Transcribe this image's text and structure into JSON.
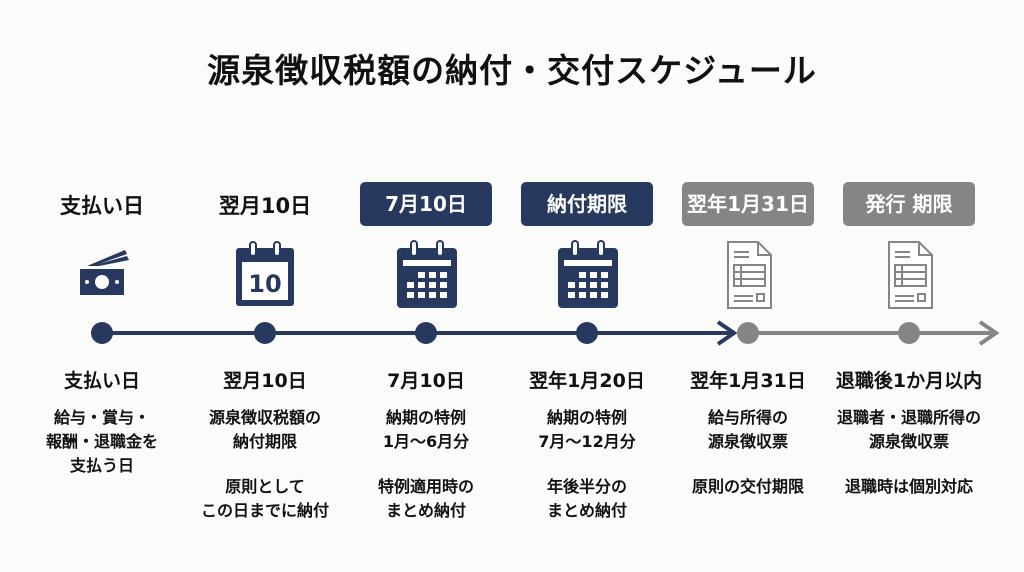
{
  "title": "源泉徴収税額の納付・交付スケジュール",
  "colors": {
    "navy": "#27395f",
    "gray": "#858585"
  },
  "columns": [
    {
      "header": "支払い日",
      "header_style": "plain",
      "icon": "money-icon",
      "dot": "navy",
      "title": "支払い日",
      "desc1": [
        "給与・賞与・",
        "報酬・退職金を",
        "支払う日"
      ],
      "desc2": []
    },
    {
      "header": "翌月10日",
      "header_style": "plain",
      "icon": "calendar-10-icon",
      "calendar_number": "10",
      "dot": "navy",
      "title": "翌月10日",
      "desc1": [
        "源泉徴収税額の",
        "納付期限"
      ],
      "desc2": [
        "原則として",
        "この日までに納付"
      ]
    },
    {
      "header": "7月10日",
      "header_style": "navy",
      "icon": "calendar-icon",
      "dot": "navy",
      "title": "7月10日",
      "desc1": [
        "納期の特例",
        "1月〜6月分"
      ],
      "desc2": [
        "特例適用時の",
        "まとめ納付"
      ]
    },
    {
      "header": "納付期限",
      "header_style": "navy",
      "icon": "calendar-icon",
      "dot": "navy",
      "title": "翌年1月20日",
      "desc1": [
        "納期の特例",
        "7月〜12月分"
      ],
      "desc2": [
        "年後半分の",
        "まとめ納付"
      ]
    },
    {
      "header": "翌年1月31日",
      "header_style": "gray",
      "icon": "document-icon",
      "dot": "gray",
      "title": "翌年1月31日",
      "desc1": [
        "給与所得の",
        "源泉徴収票"
      ],
      "desc2": [
        "原則の交付期限"
      ]
    },
    {
      "header": "発行 期限",
      "header_style": "gray",
      "icon": "document-icon",
      "dot": "gray",
      "title": "退職後1か月以内",
      "desc1": [
        "退職者・退職所得の",
        "源泉徴収票"
      ],
      "desc2": [
        "退職時は個別対応"
      ]
    }
  ]
}
